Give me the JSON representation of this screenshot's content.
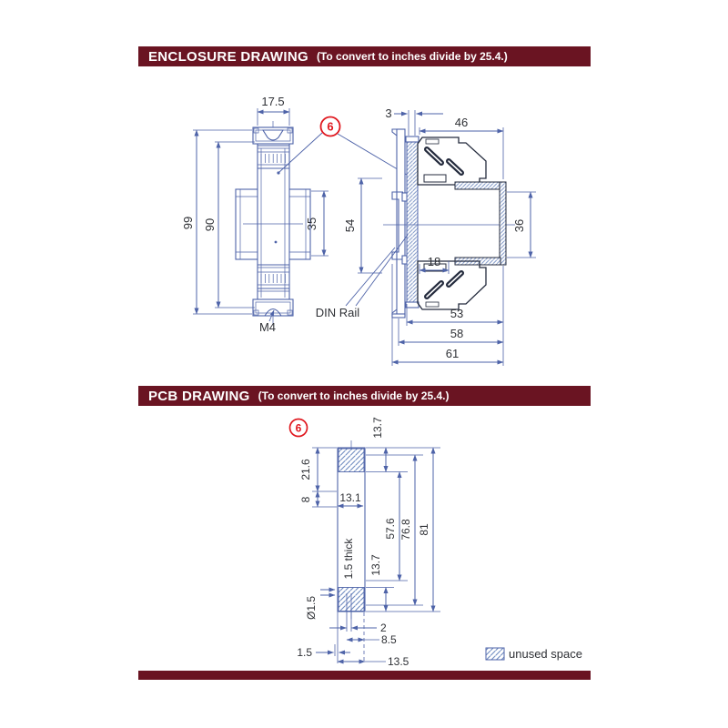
{
  "header_enclosure": {
    "title": "ENCLOSURE DRAWING",
    "subtitle": "(To convert to inches divide by 25.4.)"
  },
  "header_pcb": {
    "title": "PCB DRAWING",
    "subtitle": "(To convert to inches divide by 25.4.)"
  },
  "enclosure": {
    "callout": "6",
    "front": {
      "width": "17.5",
      "height_outer": "99",
      "height_inner": "90",
      "flange_height": "35",
      "screw": "M4"
    },
    "side": {
      "wall_thickness": "3",
      "depth_top": "46",
      "rail_span": "54",
      "opening": "36",
      "inner_depth": "18",
      "depth_a": "53",
      "depth_b": "58",
      "depth_c": "61",
      "rail_label": "DIN Rail"
    }
  },
  "pcb": {
    "callout": "6",
    "note": "1.5 thick",
    "dims": {
      "pad_top": "13.7",
      "left_a": "21.6",
      "left_b": "8",
      "width_top": "13.1",
      "right_a": "57.6",
      "right_b": "76.8",
      "right_c": "81",
      "pad_bottom": "13.7",
      "hole": "Ø1.5",
      "off_a": "2",
      "off_b": "8.5",
      "off_c": "1.5",
      "width_bottom": "13.5"
    }
  },
  "legend": {
    "label": "unused space"
  },
  "colors": {
    "accent_maroon": "#6a1422",
    "line_blue": "#4e63a8",
    "callout_red": "#e0181f"
  }
}
